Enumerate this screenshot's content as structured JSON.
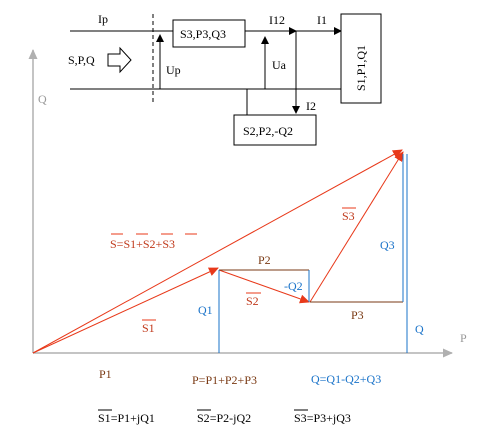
{
  "circuit": {
    "line_current_in": "Ip",
    "source_label": "S,P,Q",
    "voltage_p": "Up",
    "box_top": "S3,P3,Q3",
    "current_mid": "I12",
    "current_out": "I1",
    "voltage_a": "Ua",
    "box_right": "S1,P1,Q1",
    "current_down": "I2",
    "box_bottom": "S2,P2,-Q2"
  },
  "axes": {
    "q": "Q",
    "p": "P"
  },
  "vectors": {
    "s_total": "S=S1+S2+S3",
    "s1": "S1",
    "s2": "S2",
    "s3": "S3"
  },
  "components": {
    "p1": "P1",
    "p2": "P2",
    "p3": "P3",
    "q1": "Q1",
    "q2": "-Q2",
    "q3": "Q3",
    "q": "Q"
  },
  "sums": {
    "p_total": "P=P1+P2+P3",
    "q_total": "Q=Q1-Q2+Q3"
  },
  "formulas": {
    "f1": "=P1+jQ1",
    "f2": "=P2-jQ2",
    "f3": "=P3+jQ3"
  },
  "colors": {
    "vector": "#e8391a",
    "reactive": "#1a73c9",
    "active": "#7a3a14",
    "axis": "#b0b0b0"
  }
}
